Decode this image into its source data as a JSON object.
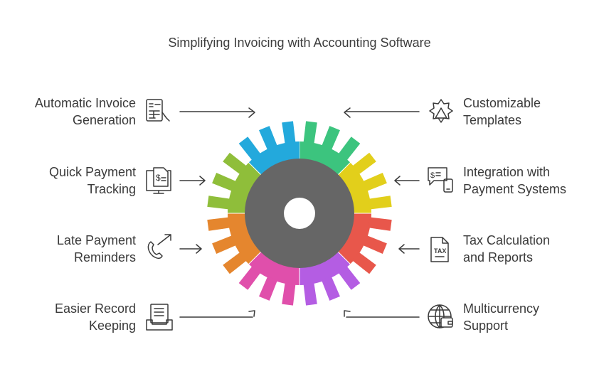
{
  "title": "Simplifying Invoicing with Accounting Software",
  "left_items": [
    {
      "line1": "Automatic Invoice",
      "line2": "Generation",
      "icon": "invoice-icon"
    },
    {
      "line1": "Quick Payment",
      "line2": "Tracking",
      "icon": "payment-tracking-icon"
    },
    {
      "line1": "Late Payment",
      "line2": "Reminders",
      "icon": "phone-reminder-icon"
    },
    {
      "line1": "Easier Record",
      "line2": "Keeping",
      "icon": "record-tray-icon"
    }
  ],
  "right_items": [
    {
      "line1": "Customizable",
      "line2": "Templates",
      "icon": "template-badge-icon"
    },
    {
      "line1": "Integration with",
      "line2": "Payment Systems",
      "icon": "payment-integration-icon"
    },
    {
      "line1": "Tax Calculation",
      "line2": "and Reports",
      "icon": "tax-document-icon"
    },
    {
      "line1": "Multicurrency",
      "line2": "Support",
      "icon": "globe-wallet-icon"
    }
  ],
  "tax_icon_text": "TAX",
  "gear_colors": [
    "#3cc47e",
    "#e2cf1b",
    "#e8574b",
    "#b45de3",
    "#e04fab",
    "#e5862e",
    "#8fbe3a",
    "#23a9dc"
  ],
  "hub_color": "#666666",
  "text_color": "#3a3a3a"
}
